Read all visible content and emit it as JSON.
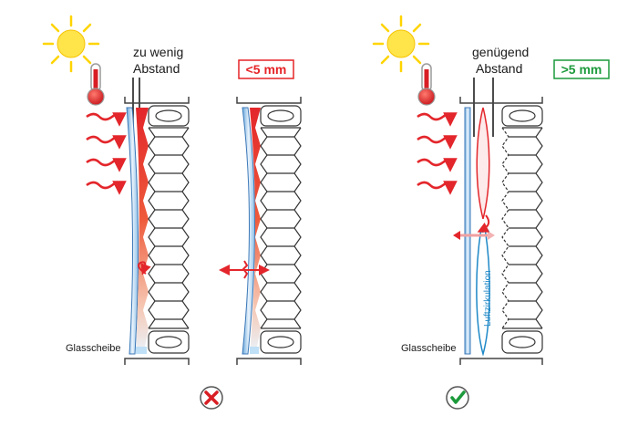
{
  "left": {
    "label_line1": "zu wenig",
    "label_line2": "Abstand",
    "badge": "<5 mm",
    "glass_label": "Glasscheibe",
    "status_icon": "cross-icon"
  },
  "right": {
    "label_line1": "genügend",
    "label_line2": "Abstand",
    "badge": ">5 mm",
    "glass_label": "Glasscheibe",
    "air_label": "Luftzirkulation",
    "status_icon": "check-icon"
  },
  "colors": {
    "bad": "#e52427",
    "good": "#1c9a3b",
    "heat": "#e3262b",
    "glass": "#9cc8ec",
    "air": "#1e88c7",
    "sun": "#ffd400"
  }
}
